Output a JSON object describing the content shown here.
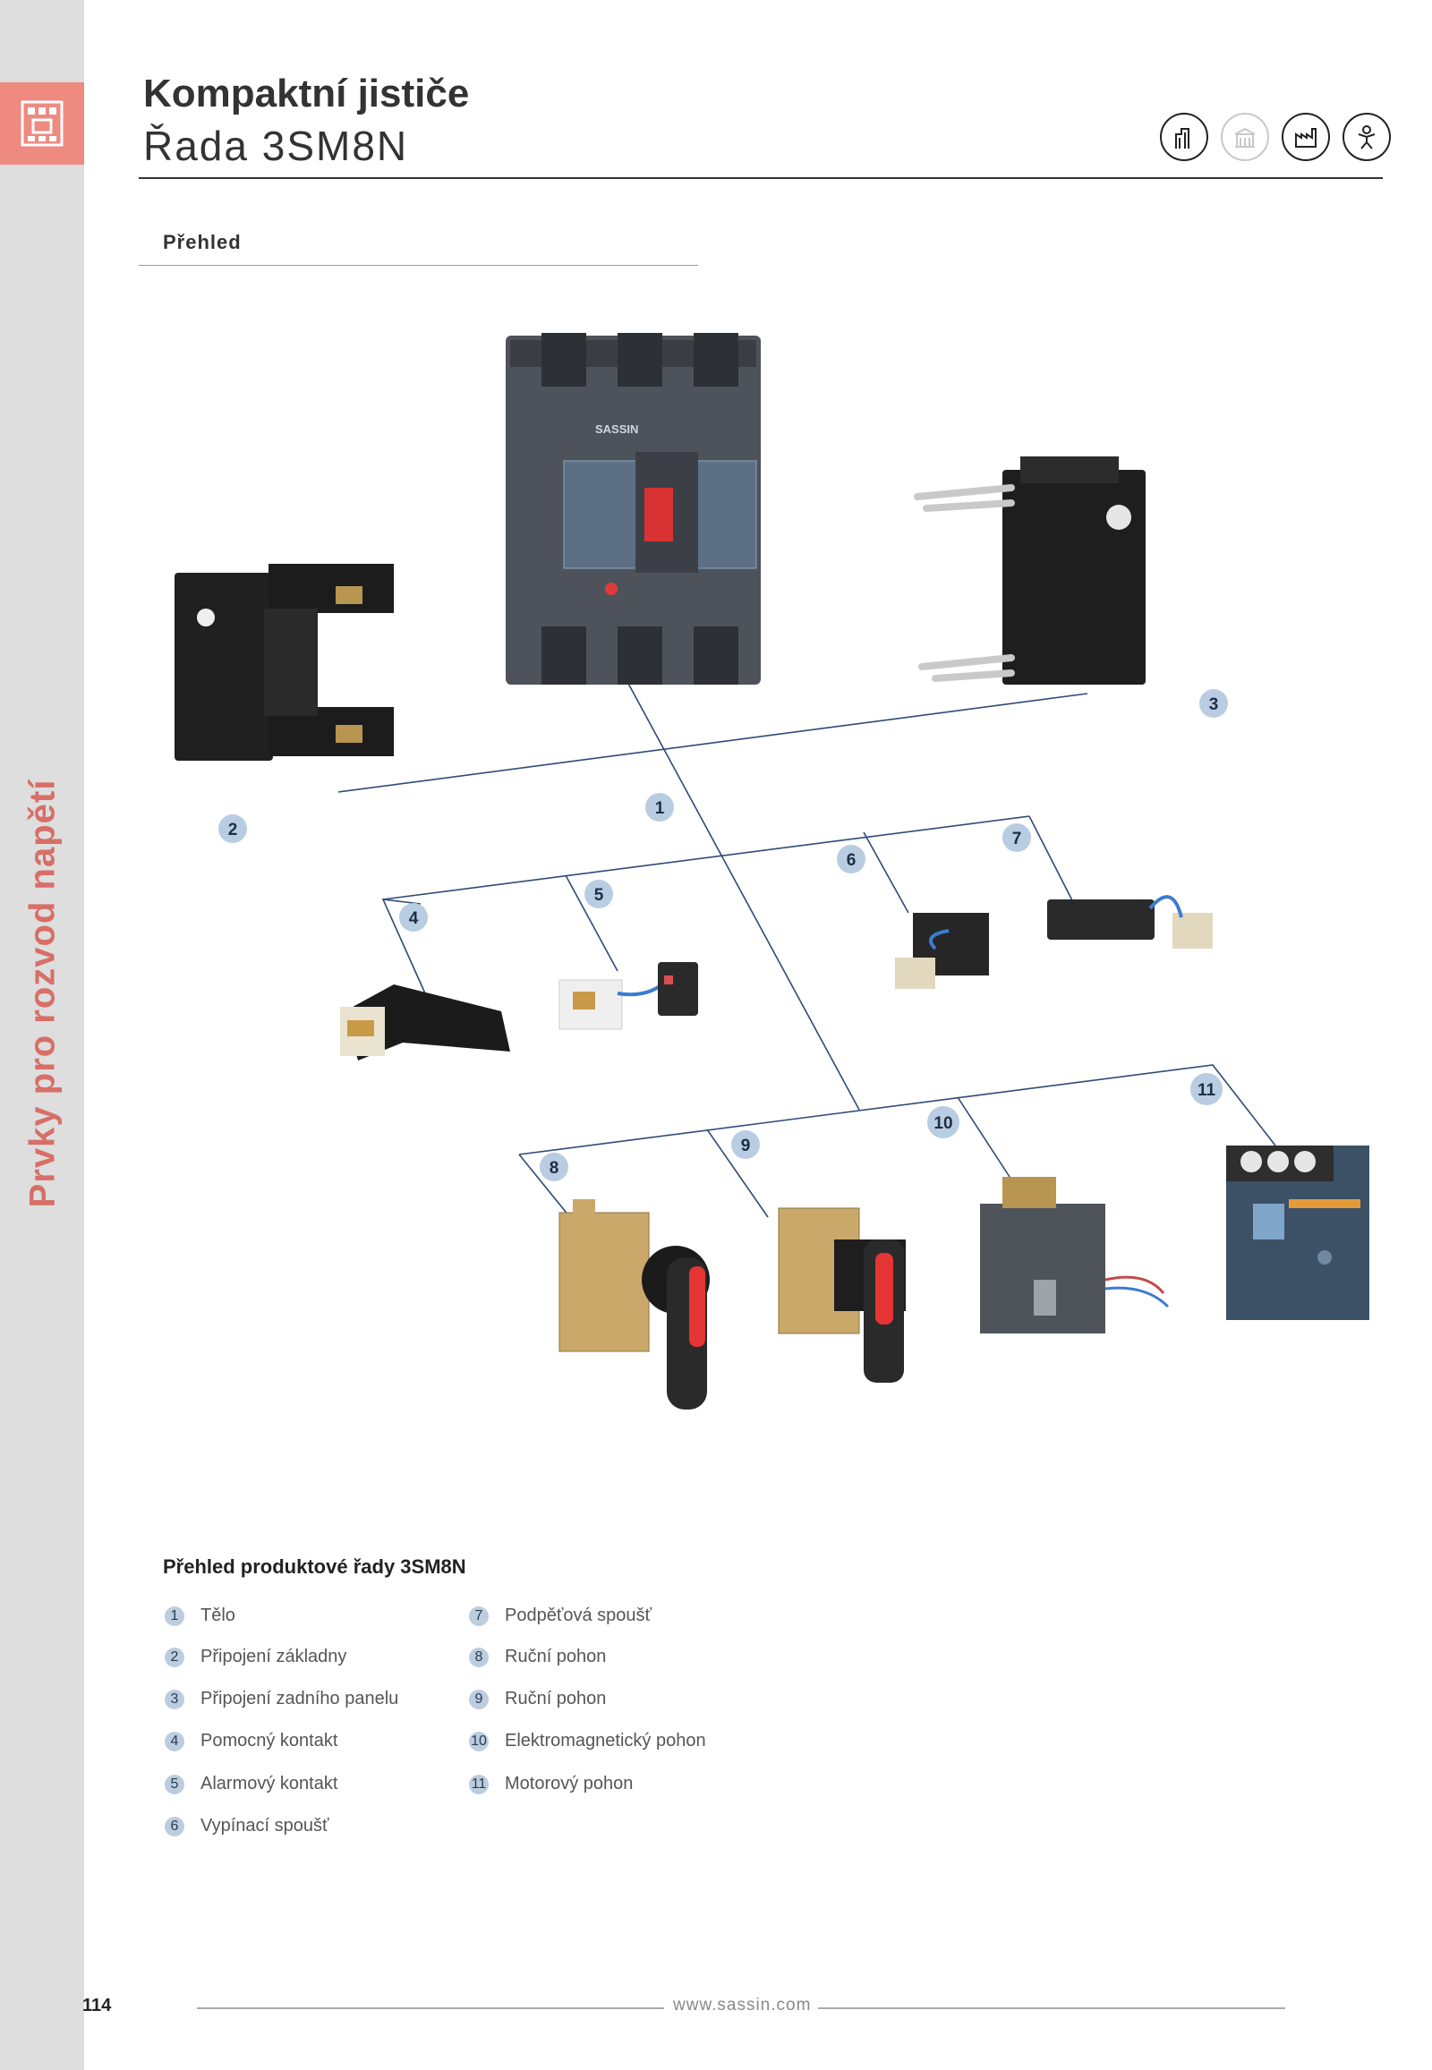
{
  "sidebar": {
    "vertical_text": "Prvky pro rozvod napětí",
    "badge_icon": "circuit-breaker-icon"
  },
  "header": {
    "title": "Kompaktní jističe",
    "subtitle": "Řada 3SM8N",
    "icons": [
      "hand-building-icon",
      "building-icon",
      "factory-icon",
      "person-icon"
    ]
  },
  "overview_label": "Přehled",
  "diagram": {
    "callouts": [
      "1",
      "2",
      "3",
      "4",
      "5",
      "6",
      "7",
      "8",
      "9",
      "10",
      "11"
    ],
    "brand_on_device": "SASSIN"
  },
  "legend": {
    "title": "Přehled produktové řady 3SM8N",
    "items": [
      {
        "num": "1",
        "label": "Tělo"
      },
      {
        "num": "2",
        "label": "Připojení základny"
      },
      {
        "num": "3",
        "label": "Připojení zadního panelu"
      },
      {
        "num": "4",
        "label": "Pomocný kontakt"
      },
      {
        "num": "5",
        "label": "Alarmový kontakt"
      },
      {
        "num": "6",
        "label": "Vypínací spoušť"
      },
      {
        "num": "7",
        "label": "Podpěťová spoušť"
      },
      {
        "num": "8",
        "label": "Ruční pohon"
      },
      {
        "num": "9",
        "label": "Ruční pohon"
      },
      {
        "num": "10",
        "label": "Elektromagnetický pohon"
      },
      {
        "num": "11",
        "label": "Motorový pohon"
      }
    ]
  },
  "footer": {
    "page_number": "114",
    "url": "www.sassin.com"
  },
  "colors": {
    "sidebar": "#dedede",
    "accent": "#ee8a80",
    "line": "#2f4a78",
    "badge": "#b8cce2"
  }
}
